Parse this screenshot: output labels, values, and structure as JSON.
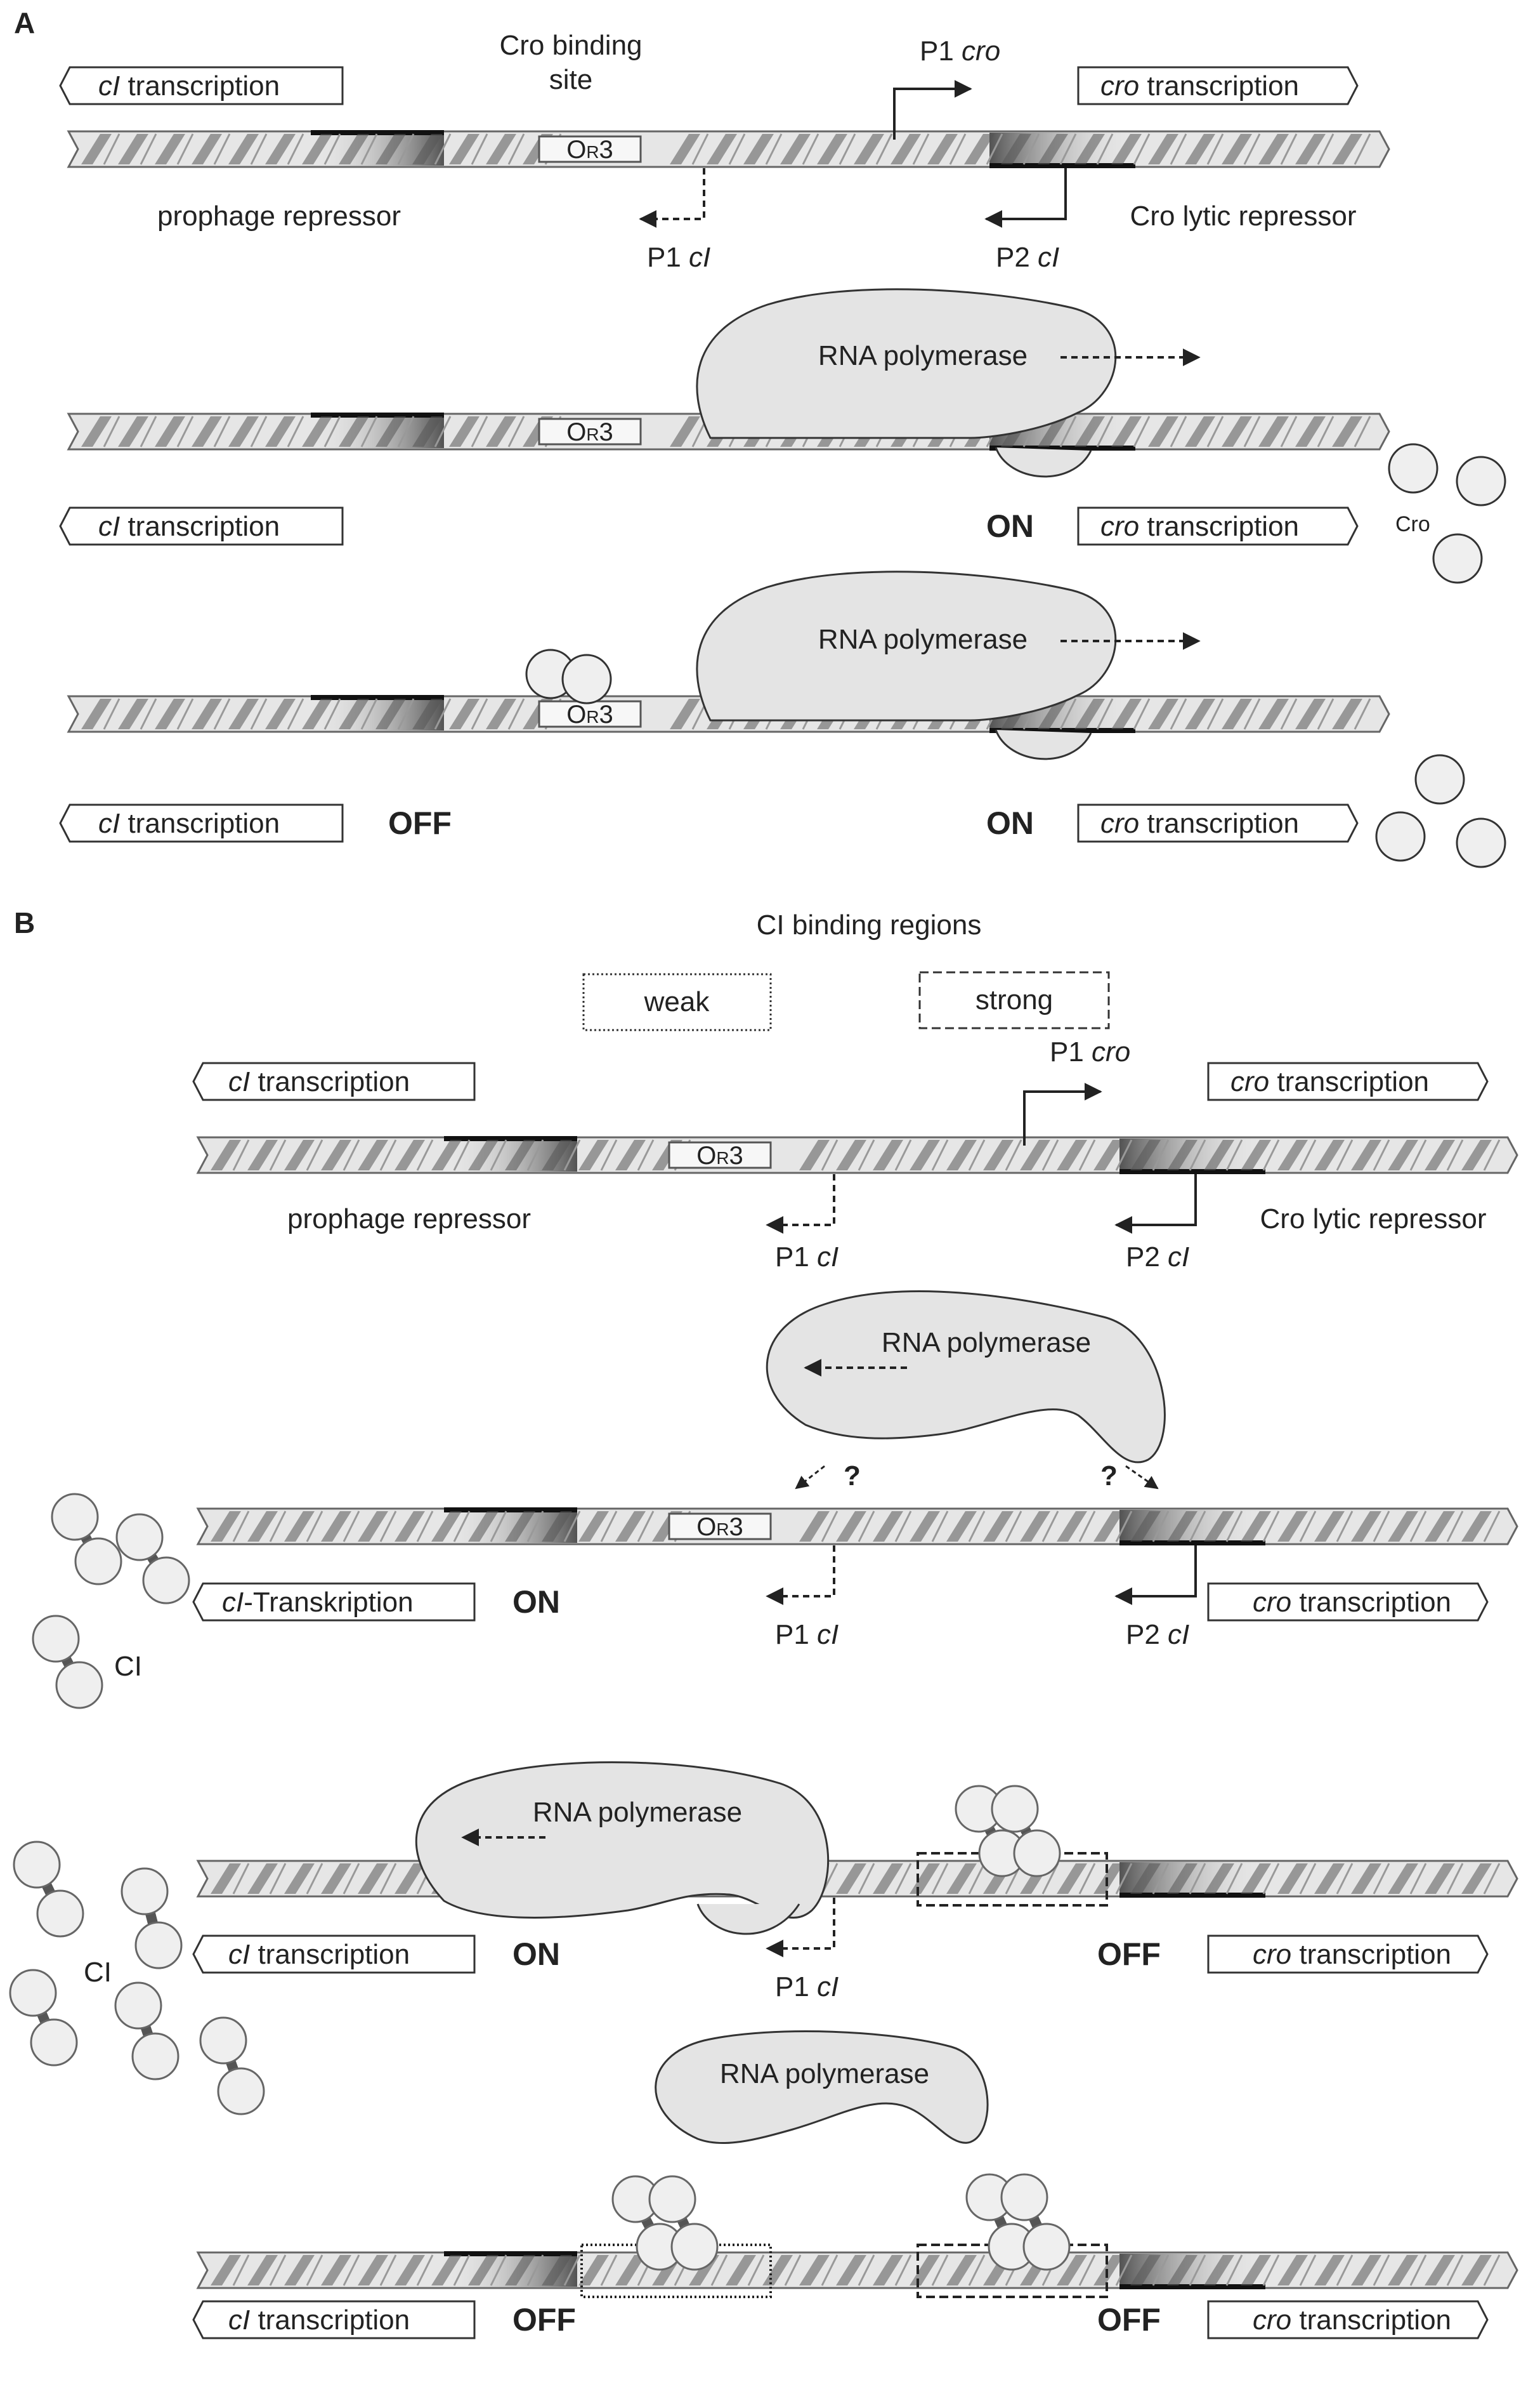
{
  "panel_a": {
    "label": "A",
    "cro_binding_site": [
      "Cro binding",
      "site"
    ],
    "p1_cro_prefix": "P1 ",
    "p1_cro_italic": "cro",
    "p1_ci_prefix": "P1 ",
    "p1_ci_italic": "cI",
    "p2_ci_prefix": "P2 ",
    "p2_ci_italic": "cI",
    "prophage_repressor": "prophage repressor",
    "cro_lytic_repressor": "Cro lytic repressor",
    "or3": "OR3",
    "ci_transcription_italic": "cI",
    "ci_transcription_rest": " transcription",
    "cro_transcription_italic": "cro",
    "cro_transcription_rest": " transcription",
    "rna_polymerase": "RNA polymerase",
    "on": "ON",
    "off": "OFF",
    "cro_protein": "Cro"
  },
  "panel_b": {
    "label": "B",
    "ci_binding_regions": "CI binding regions",
    "weak": "weak",
    "strong": "strong",
    "p1_cro_prefix": "P1 ",
    "p1_cro_italic": "cro",
    "p1_ci_prefix": "P1 ",
    "p1_ci_italic": "cI",
    "p2_ci_prefix": "P2 ",
    "p2_ci_italic": "cI",
    "prophage_repressor": "prophage repressor",
    "cro_lytic_repressor": "Cro lytic repressor",
    "or3": "OR3",
    "ci_transcription_italic": "cI",
    "ci_transcription_rest": " transcription",
    "ci_transkription_italic": "cI",
    "ci_transkription_rest": "-Transkription",
    "cro_transcription_italic": "cro",
    "cro_transcription_rest": " transcription",
    "rna_polymerase": "RNA polymerase",
    "question": "?",
    "on": "ON",
    "off": "OFF",
    "ci_protein": "CI"
  },
  "colors": {
    "dna_light": "#e6e6e6",
    "dna_dark": "#555555",
    "dna_stroke": "#666666",
    "polymerase_fill": "#e4e4e4",
    "protein_fill": "#efefef",
    "text": "#222222"
  }
}
